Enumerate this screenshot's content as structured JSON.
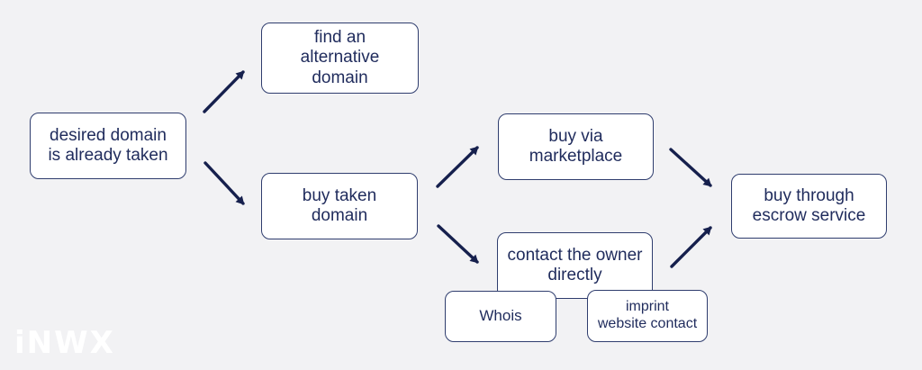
{
  "colors": {
    "background": "#f2f2f4",
    "node_fill": "#ffffff",
    "node_border": "#2f3d6e",
    "node_text": "#1f2b5c",
    "arrow": "#16204d",
    "logo": "#ffffff"
  },
  "nodes": {
    "desired": {
      "label": "desired domain\nis already taken"
    },
    "alternative": {
      "label": "find an\nalternative\ndomain"
    },
    "buy_taken": {
      "label": "buy taken\ndomain"
    },
    "marketplace": {
      "label": "buy via\nmarketplace"
    },
    "contact": {
      "label": "contact the owner\ndirectly"
    },
    "escrow": {
      "label": "buy through\nescrow service"
    },
    "whois": {
      "label": "Whois"
    },
    "imprint": {
      "label": "imprint\nwebsite contact"
    }
  },
  "edges": [
    {
      "from": "desired",
      "to": "alternative",
      "style": "arrow"
    },
    {
      "from": "desired",
      "to": "buy_taken",
      "style": "arrow"
    },
    {
      "from": "buy_taken",
      "to": "marketplace",
      "style": "arrow"
    },
    {
      "from": "buy_taken",
      "to": "contact",
      "style": "arrow"
    },
    {
      "from": "marketplace",
      "to": "escrow",
      "style": "arrow"
    },
    {
      "from": "contact",
      "to": "escrow",
      "style": "arrow"
    },
    {
      "from": "contact",
      "to": "whois",
      "style": "attached"
    },
    {
      "from": "contact",
      "to": "imprint",
      "style": "attached"
    }
  ],
  "logo": {
    "text": "iNWX"
  }
}
